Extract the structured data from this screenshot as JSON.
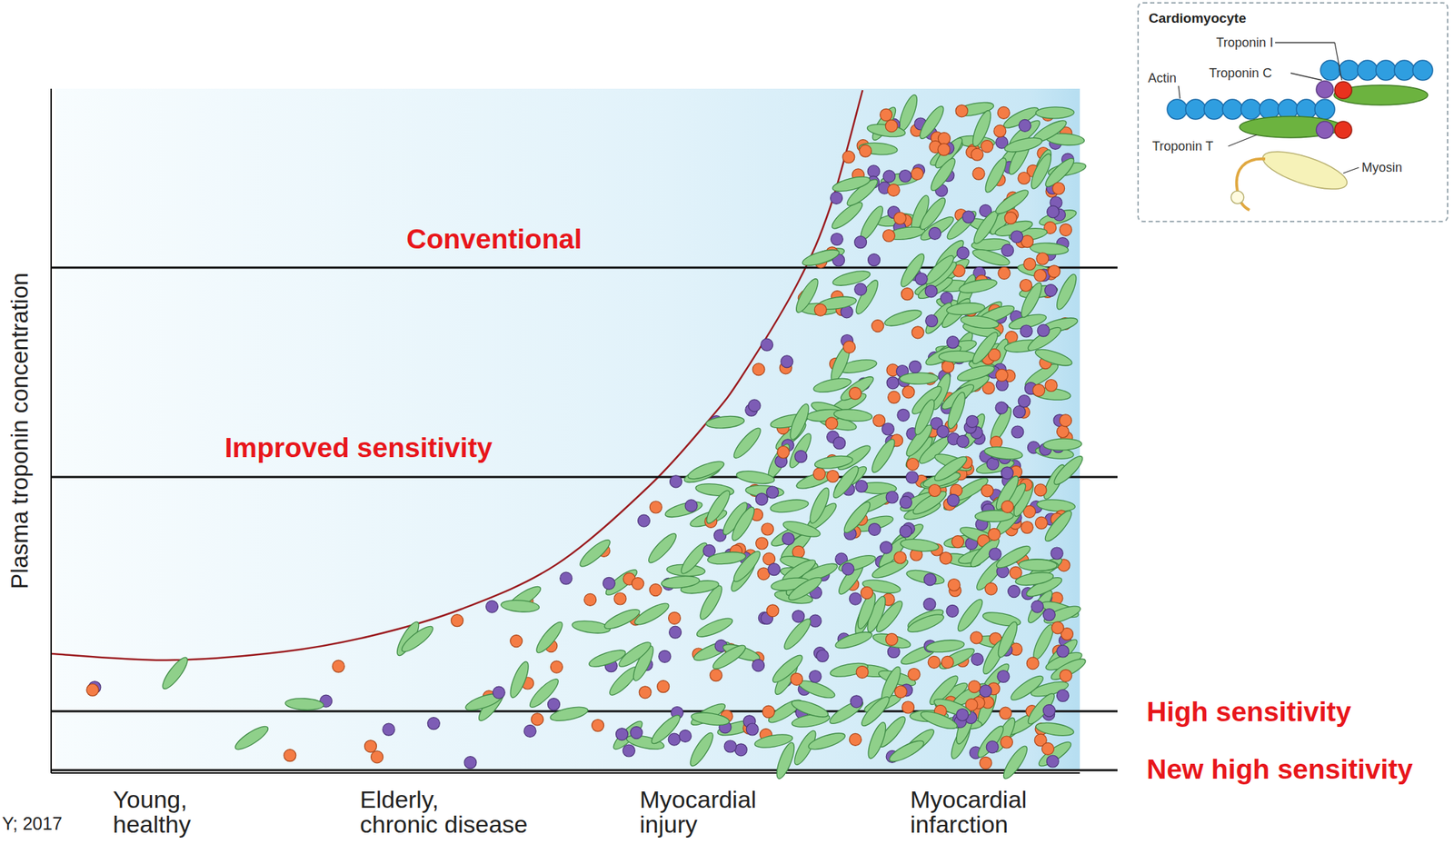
{
  "diagram": {
    "nodes": [
      {
        "text": [
          "Cardiomyocyte"
        ]
      }
    ],
    "labels": [
      "Conventional",
      "Improved sensitivity",
      "High sensitivity",
      "New high sensitivity",
      "Plasma troponin concentration",
      "Young, healthy",
      "Elderly, chronic disease",
      "Myocardial injury",
      "Myocardial infarction",
      "Y; 2017",
      "Troponin I",
      "Troponin C",
      "Actin",
      "Troponin T",
      "Myosin"
    ]
  }
}
